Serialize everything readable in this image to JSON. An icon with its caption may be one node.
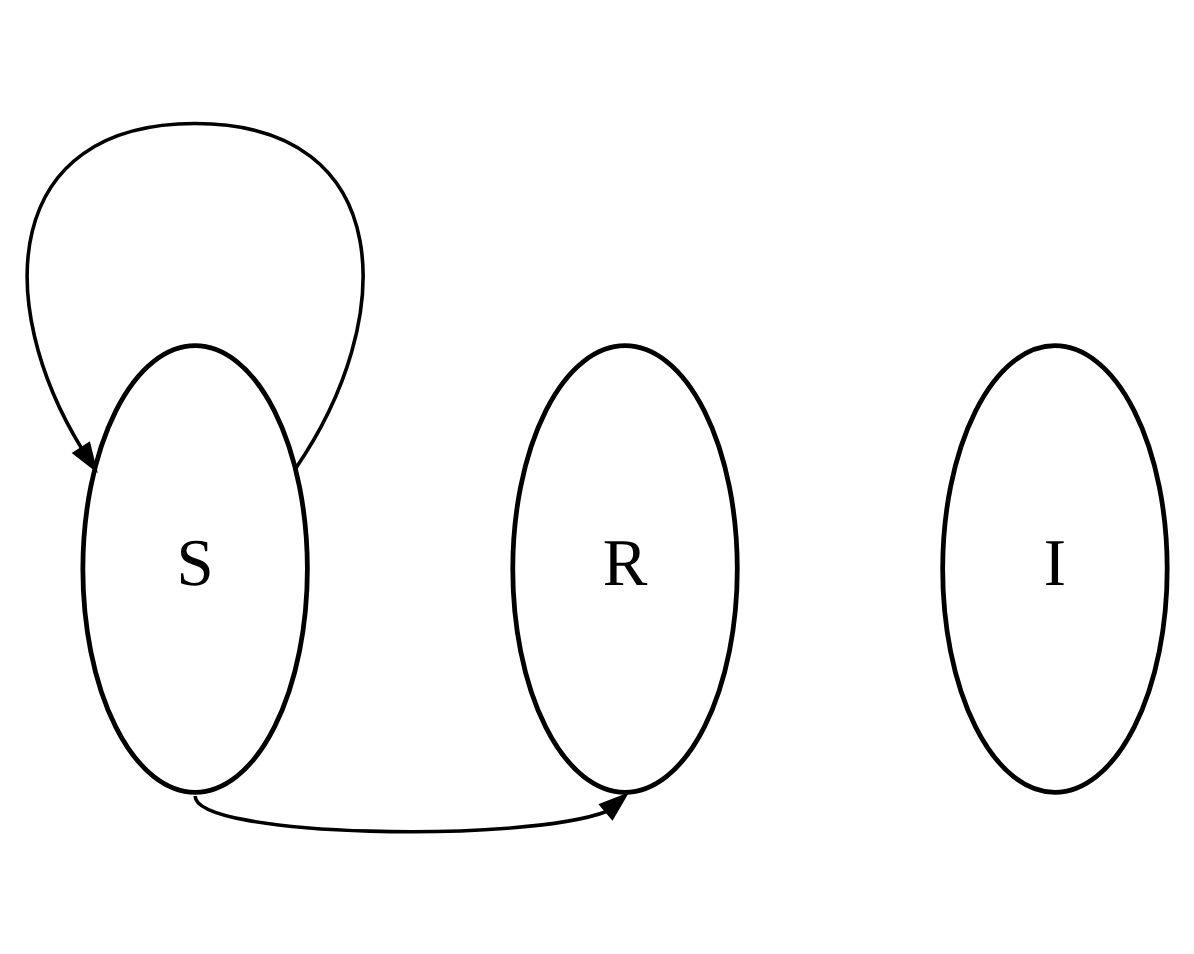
{
  "diagram": {
    "nodes": [
      {
        "text": [
          "S"
        ]
      },
      {
        "text": [
          "I"
        ]
      },
      {
        "text": [
          "R"
        ]
      }
    ],
    "edges": [
      {
        "from": 0,
        "to": 0,
        "arrow": "to"
      },
      {
        "from": 0,
        "to": 2,
        "arrow": "to"
      }
    ]
  }
}
